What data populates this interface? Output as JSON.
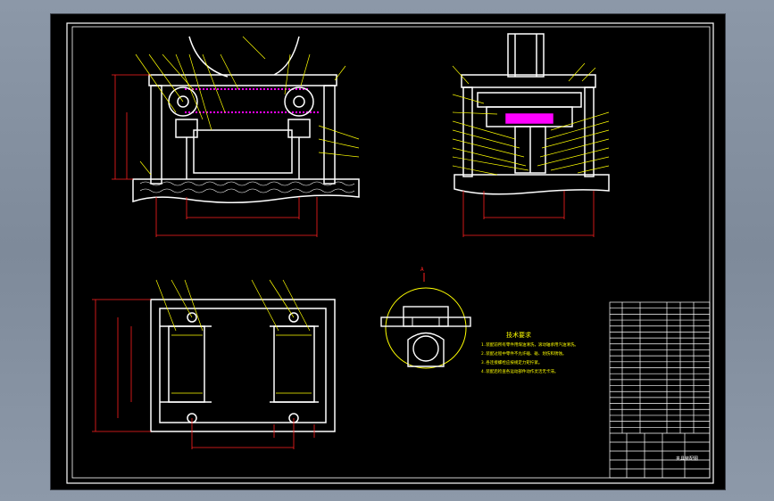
{
  "drawing": {
    "view_label": "A",
    "notes_title": "技术要求",
    "notes": [
      "1.装配前所有零件用煤油清洗，滚动轴承用汽油清洗。",
      "2.装配过程中零件不允许磕、碰、划伤和锈蚀。",
      "3.各连接螺栓应按规定力矩拧紧。",
      "4.装配后检查各运动部件动作灵活无卡滞。"
    ],
    "colors": {
      "background": "#000000",
      "geometry": "#ffffff",
      "dimension": "#ff2020",
      "leader": "#ffff00",
      "hatch": "#ff00ff"
    },
    "title_block": {
      "rows": 22,
      "logo_text": "夹具装配图"
    }
  }
}
